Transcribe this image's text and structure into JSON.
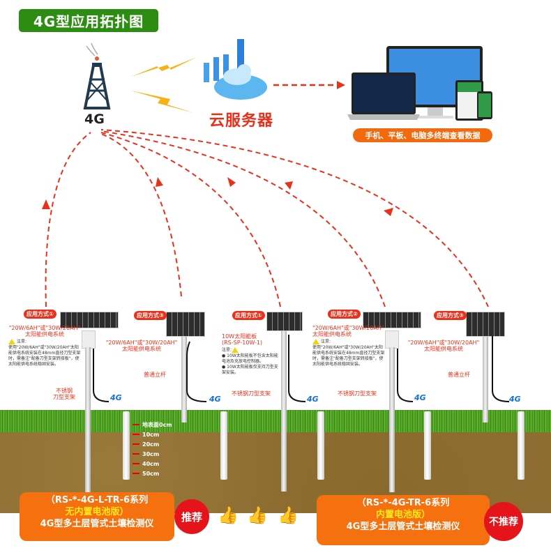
{
  "title": "4G型应用拓扑图",
  "tower": {
    "label": "4G",
    "icon": "cell-tower-icon"
  },
  "cloud": {
    "label": "云服务器",
    "icon": "cloud-server-icon"
  },
  "devices": {
    "label": "手机、平板、电脑多终端查看数据",
    "icon": "multi-device-icon"
  },
  "colors": {
    "green": "#2d8c12",
    "red": "#e8301a",
    "orange": "#f5700e",
    "yellow": "#ffe81a",
    "soil": "#8e6d33"
  },
  "stations": [
    {
      "mode": "应用方式①",
      "power": [
        "\"20W/6AH\"或\"30W/20AH\"",
        "太阳能供电系统"
      ],
      "note_title": "注意:",
      "note": "使用\"20W/6AH\"或\"30W/20AH\"太阳能供电系统安装在48mm直径刀型支架时，需备注\"配备刀型支架转接板\"，使太阳能供电系统稳固安装。",
      "mount": [
        "不锈钢",
        "刀型支架"
      ]
    },
    {
      "mode": "应用方式③",
      "power": [
        "\"20W/6AH\"或\"30W/20AH\"",
        "太阳能供电系统"
      ],
      "mount": [
        "普通立杆"
      ]
    },
    {
      "mode": "应用方式①",
      "power": [
        "10W太阳能板",
        "(RS-SP-10W-1)"
      ],
      "note_title": "注意:",
      "note_items": [
        "10W太阳能板不包含太阳能电池及充放电控制器。",
        "10W太阳能板仅支持刀型支架安装。"
      ],
      "mount": [
        "不锈钢刀型支架"
      ]
    },
    {
      "mode": "应用方式②",
      "power": [
        "\"20W/6AH\"或\"30W/20AH\"",
        "太阳能供电系统"
      ],
      "note_title": "注意:",
      "note": "使用\"20W/6AH\"或\"30W/20AH\"太阳能供电系统安装在48mm直径刀型支架时，需备注\"配备刀型支架转接板\"，使太阳能供电系统稳固安装。",
      "mount": [
        "不锈钢刀型支架"
      ]
    },
    {
      "mode": "应用方式③",
      "power": [
        "\"20W/6AH\"或\"30W/20AH\"",
        "太阳能供电系统"
      ],
      "mount": [
        "普通立杆"
      ]
    }
  ],
  "antenna_label": "4G",
  "depths": [
    "地表面0cm",
    "10cm",
    "20cm",
    "30cm",
    "40cm",
    "50cm"
  ],
  "products": [
    {
      "line1": "（RS-*-4G-L-TR-6系列",
      "line2": "无内置电池版）",
      "line3": "4G型多土层管式土壤检测仪",
      "badge": "推荐"
    },
    {
      "line1": "（RS-*-4G-TR-6系列",
      "line2": "内置电池版）",
      "line3": "4G型多土层管式土壤检测仪",
      "badge": "不推荐"
    }
  ],
  "thumbs": [
    "thumbs-up-icon",
    "thumbs-up-icon",
    "thumbs-up-icon"
  ]
}
